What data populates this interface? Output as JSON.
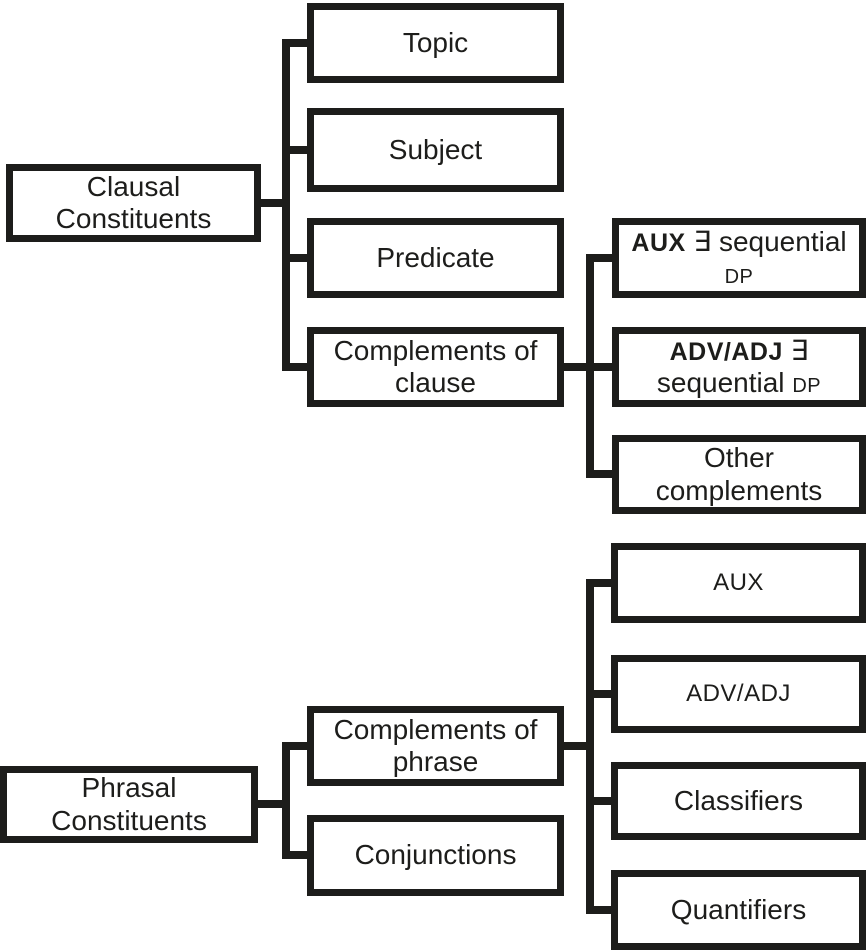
{
  "colors": {
    "line": "#1d1d1b",
    "text": "#1d1d1b",
    "box_fill": "#ffffff",
    "page_background": "#ffffff"
  },
  "clausal": {
    "root": "Clausal\nConstituents",
    "topic": "Topic",
    "subject": "Subject",
    "predicate": "Predicate",
    "complements_of_clause": "Complements of\nclause",
    "aux_sequential_dp": {
      "head": "AUX",
      "operator": "∃",
      "mid": "sequential",
      "tail": "DP"
    },
    "adv_adj_sequential_dp": {
      "head": "ADV/ADJ",
      "operator": "∃",
      "mid": "sequential",
      "tail": "DP"
    },
    "other_complements": "Other\ncomplements"
  },
  "phrasal": {
    "root": "Phrasal\nConstituents",
    "complements_of_phrase": "Complements of\nphrase",
    "conjunctions": "Conjunctions",
    "aux": "AUX",
    "adv_adj": "ADV/ADJ",
    "classifiers": "Classifiers",
    "quantifiers": "Quantifiers"
  }
}
